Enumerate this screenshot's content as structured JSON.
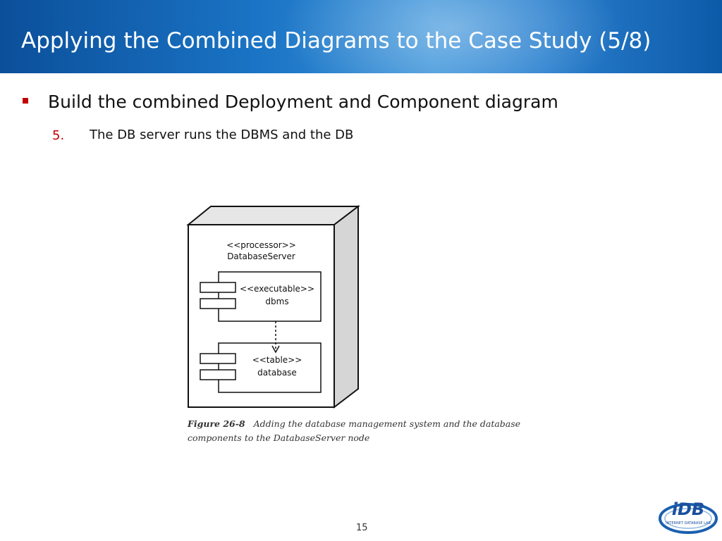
{
  "slide": {
    "title": "Applying the Combined Diagrams to the Case Study (5/8)",
    "bullet": "Build the combined Deployment and Component diagram",
    "subitem_number": "5.",
    "subitem_text": "The DB server runs the DBMS and the DB",
    "page_number": "15"
  },
  "diagram": {
    "node_stereotype": "<<processor>>",
    "node_name": "DatabaseServer",
    "components": [
      {
        "stereotype": "<<executable>>",
        "name": "dbms"
      },
      {
        "stereotype": "<<table>>",
        "name": "database"
      }
    ]
  },
  "caption": {
    "figure_label": "Figure 26-8",
    "text": "Adding the database management system and the database components to the DatabaseServer node"
  },
  "logo": {
    "text": "iDB",
    "tagline": "INTERNET DATABASE LAB"
  },
  "colors": {
    "header_blue": "#1a73c4",
    "bullet_red": "#c00000"
  }
}
